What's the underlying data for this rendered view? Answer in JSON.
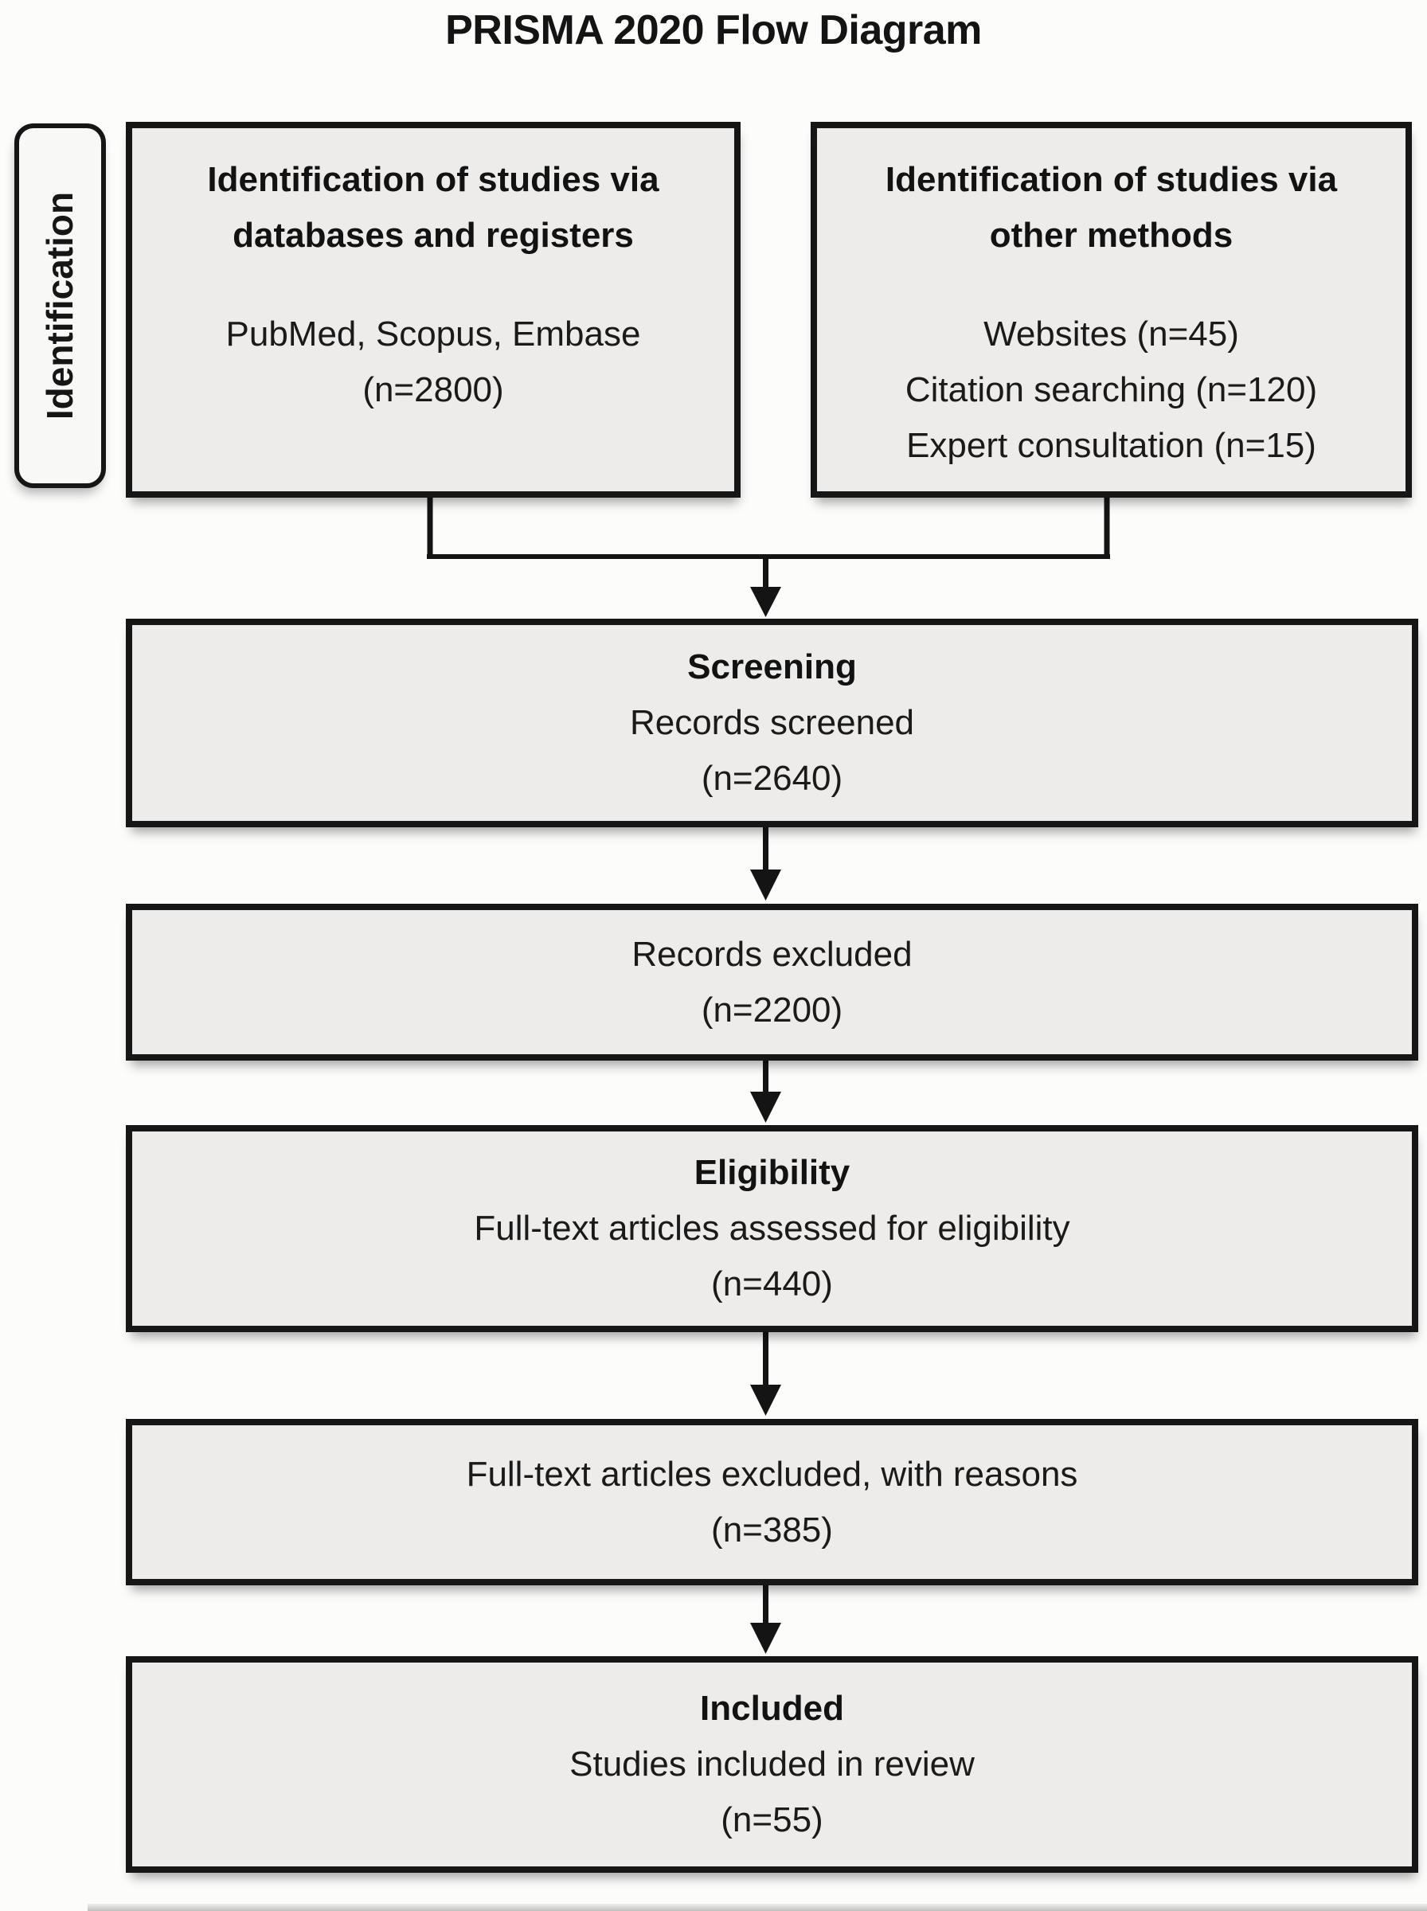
{
  "title": "PRISMA 2020 Flow Diagram",
  "sidebar_label": "Identification",
  "boxes": {
    "databases": {
      "heading_lines": [
        "Identification of studies via",
        "databases and registers"
      ],
      "body_lines": [
        "PubMed, Scopus, Embase",
        "(n=2800)"
      ]
    },
    "other_methods": {
      "heading_lines": [
        "Identification of studies via",
        "other methods"
      ],
      "body_lines": [
        "Websites (n=45)",
        "Citation searching (n=120)",
        "Expert consultation (n=15)"
      ]
    },
    "screening": {
      "heading_lines": [
        "Screening"
      ],
      "body_lines": [
        "Records screened",
        "(n=2640)"
      ]
    },
    "records_excluded": {
      "body_lines": [
        "Records excluded",
        "(n=2200)"
      ]
    },
    "eligibility": {
      "heading_lines": [
        "Eligibility"
      ],
      "body_lines": [
        "Full-text articles assessed for eligibility",
        "(n=440)"
      ]
    },
    "fulltext_excluded": {
      "body_lines": [
        "Full-text articles excluded, with reasons",
        "(n=385)"
      ]
    },
    "included": {
      "heading_lines": [
        "Included"
      ],
      "body_lines": [
        "Studies included in review",
        "(n=55)"
      ]
    }
  },
  "colors": {
    "page_bg": "#fcfcfb",
    "box_fill": "#edecea",
    "box_border": "#161616",
    "text": "#1a1a1a",
    "line": "#141414"
  }
}
